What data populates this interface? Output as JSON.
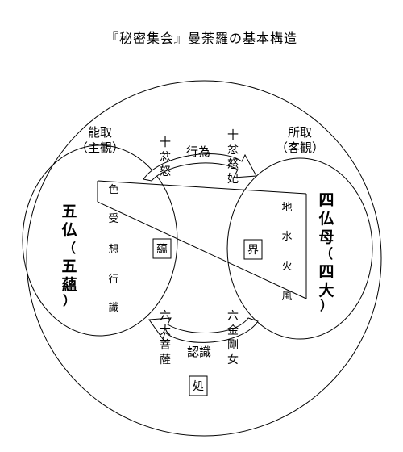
{
  "title": "『秘密集会』曼荼羅の基本構造",
  "left_header": {
    "line1": "能取",
    "line2": "（主観）"
  },
  "right_header": {
    "line1": "所取",
    "line2": "（客観）"
  },
  "left_label": {
    "chars": [
      "五",
      "仏",
      "（",
      "五",
      "蘊",
      "）"
    ]
  },
  "right_label": {
    "chars": [
      "四",
      "仏",
      "母",
      "（",
      "四",
      "大",
      "）"
    ]
  },
  "aggregates": [
    "色",
    "受",
    "想",
    "行",
    "識"
  ],
  "aggregates_box": "蘊",
  "elements": [
    "地",
    "水",
    "火",
    "風"
  ],
  "elements_box": "界",
  "top_arrow": {
    "label": "行為",
    "left_group": [
      "十",
      "忿",
      "怒"
    ],
    "right_group": [
      "十",
      "忿",
      "怒",
      "妃"
    ]
  },
  "bottom_arrow": {
    "label": "認識",
    "left_group": [
      "六",
      "大",
      "菩",
      "薩"
    ],
    "right_group": [
      "六",
      "金",
      "剛",
      "女"
    ]
  },
  "bottom_box": "処"
}
